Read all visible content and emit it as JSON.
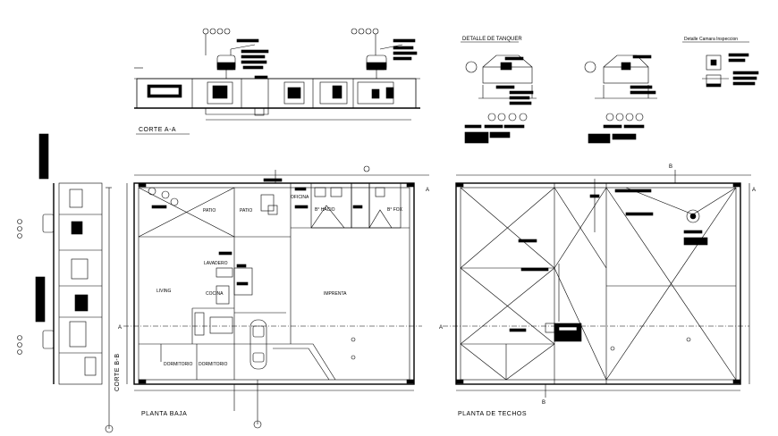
{
  "sections": {
    "corte_aa": "CORTE A-A",
    "corte_bb": "CORTE B-B",
    "detalle_tanque": "DETALLE DE TANQUER",
    "detalle_camara": "Detalle Camara Inspeccion",
    "planta_baja": "PLANTA BAJA",
    "planta_techos": "PLANTA DE TECHOS"
  },
  "rooms": {
    "patio": "PATIO",
    "patio2": "PATIO",
    "lavadero": "LAVADERO",
    "cocina": "COCINA",
    "living": "LIVING",
    "imprenta": "IMPRENTA",
    "dormitorio1": "DORMITORIO",
    "dormitorio2": "DORMITORIO",
    "oficina": "OFICINA",
    "bano1": "B° HACIO",
    "bano2": "B° FOX"
  },
  "markers": {
    "a_left": "A",
    "a_right": "A",
    "a_left2": "A",
    "a_right2": "A",
    "b_top": "B",
    "b_bottom": "B"
  },
  "colors": {
    "ink": "#000000",
    "paper": "#ffffff"
  }
}
